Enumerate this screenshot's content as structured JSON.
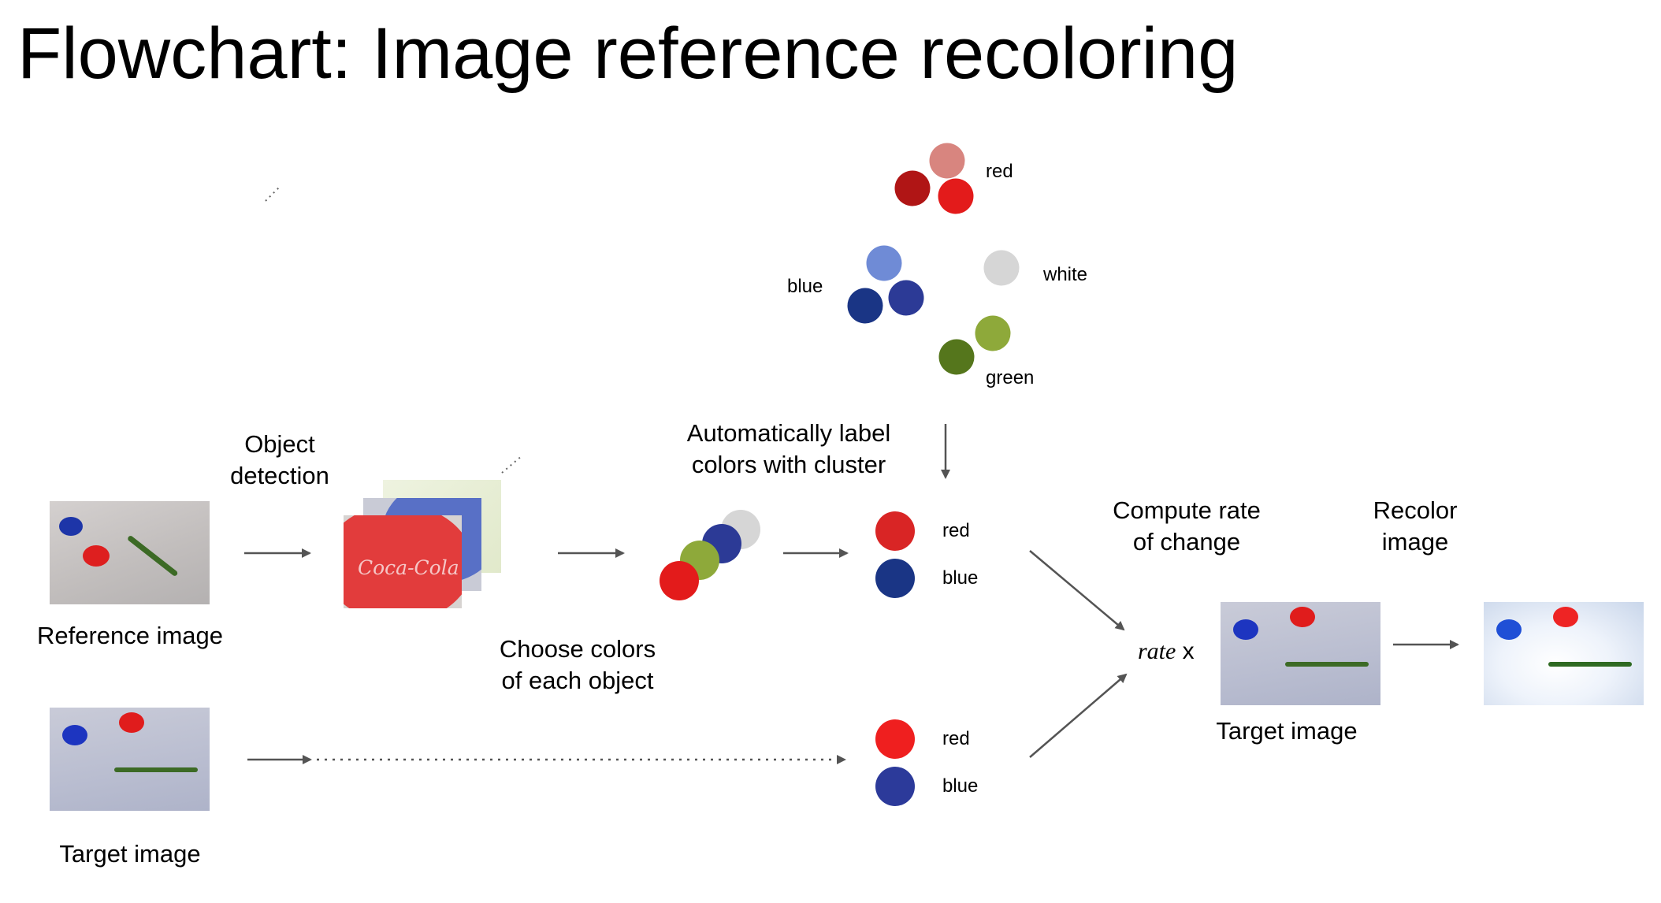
{
  "title": "Flowchart: Image reference recoloring",
  "steps": {
    "object_detection": [
      "Object",
      "detection"
    ],
    "choose_colors": [
      "Choose colors",
      "of each object"
    ],
    "auto_label": [
      "Automatically label",
      "colors with cluster"
    ],
    "compute_rate": [
      "Compute rate",
      "of change"
    ],
    "recolor": [
      "Recolor",
      "image"
    ]
  },
  "captions": {
    "reference_image": "Reference image",
    "target_image_left": "Target image",
    "target_image_right": "Target image"
  },
  "cluster_labels": {
    "red": "red",
    "blue": "blue",
    "white": "white",
    "green": "green"
  },
  "reference_colors": {
    "red": "red",
    "blue": "blue"
  },
  "target_colors": {
    "red": "red",
    "blue": "blue"
  },
  "rate_expression": {
    "word": "rate",
    "operator": "x"
  },
  "patch_text": "Coca-Cola",
  "colors": {
    "red": "#e31b1b",
    "red_dark": "#b01515",
    "red_light": "#d8857f",
    "blue": "#2c3a96",
    "blue_dark": "#1a3585",
    "blue_light": "#6f8bd6",
    "white": "#d6d6d6",
    "green": "#8ea93a",
    "green_dark": "#55761c",
    "arrow": "#545454"
  }
}
